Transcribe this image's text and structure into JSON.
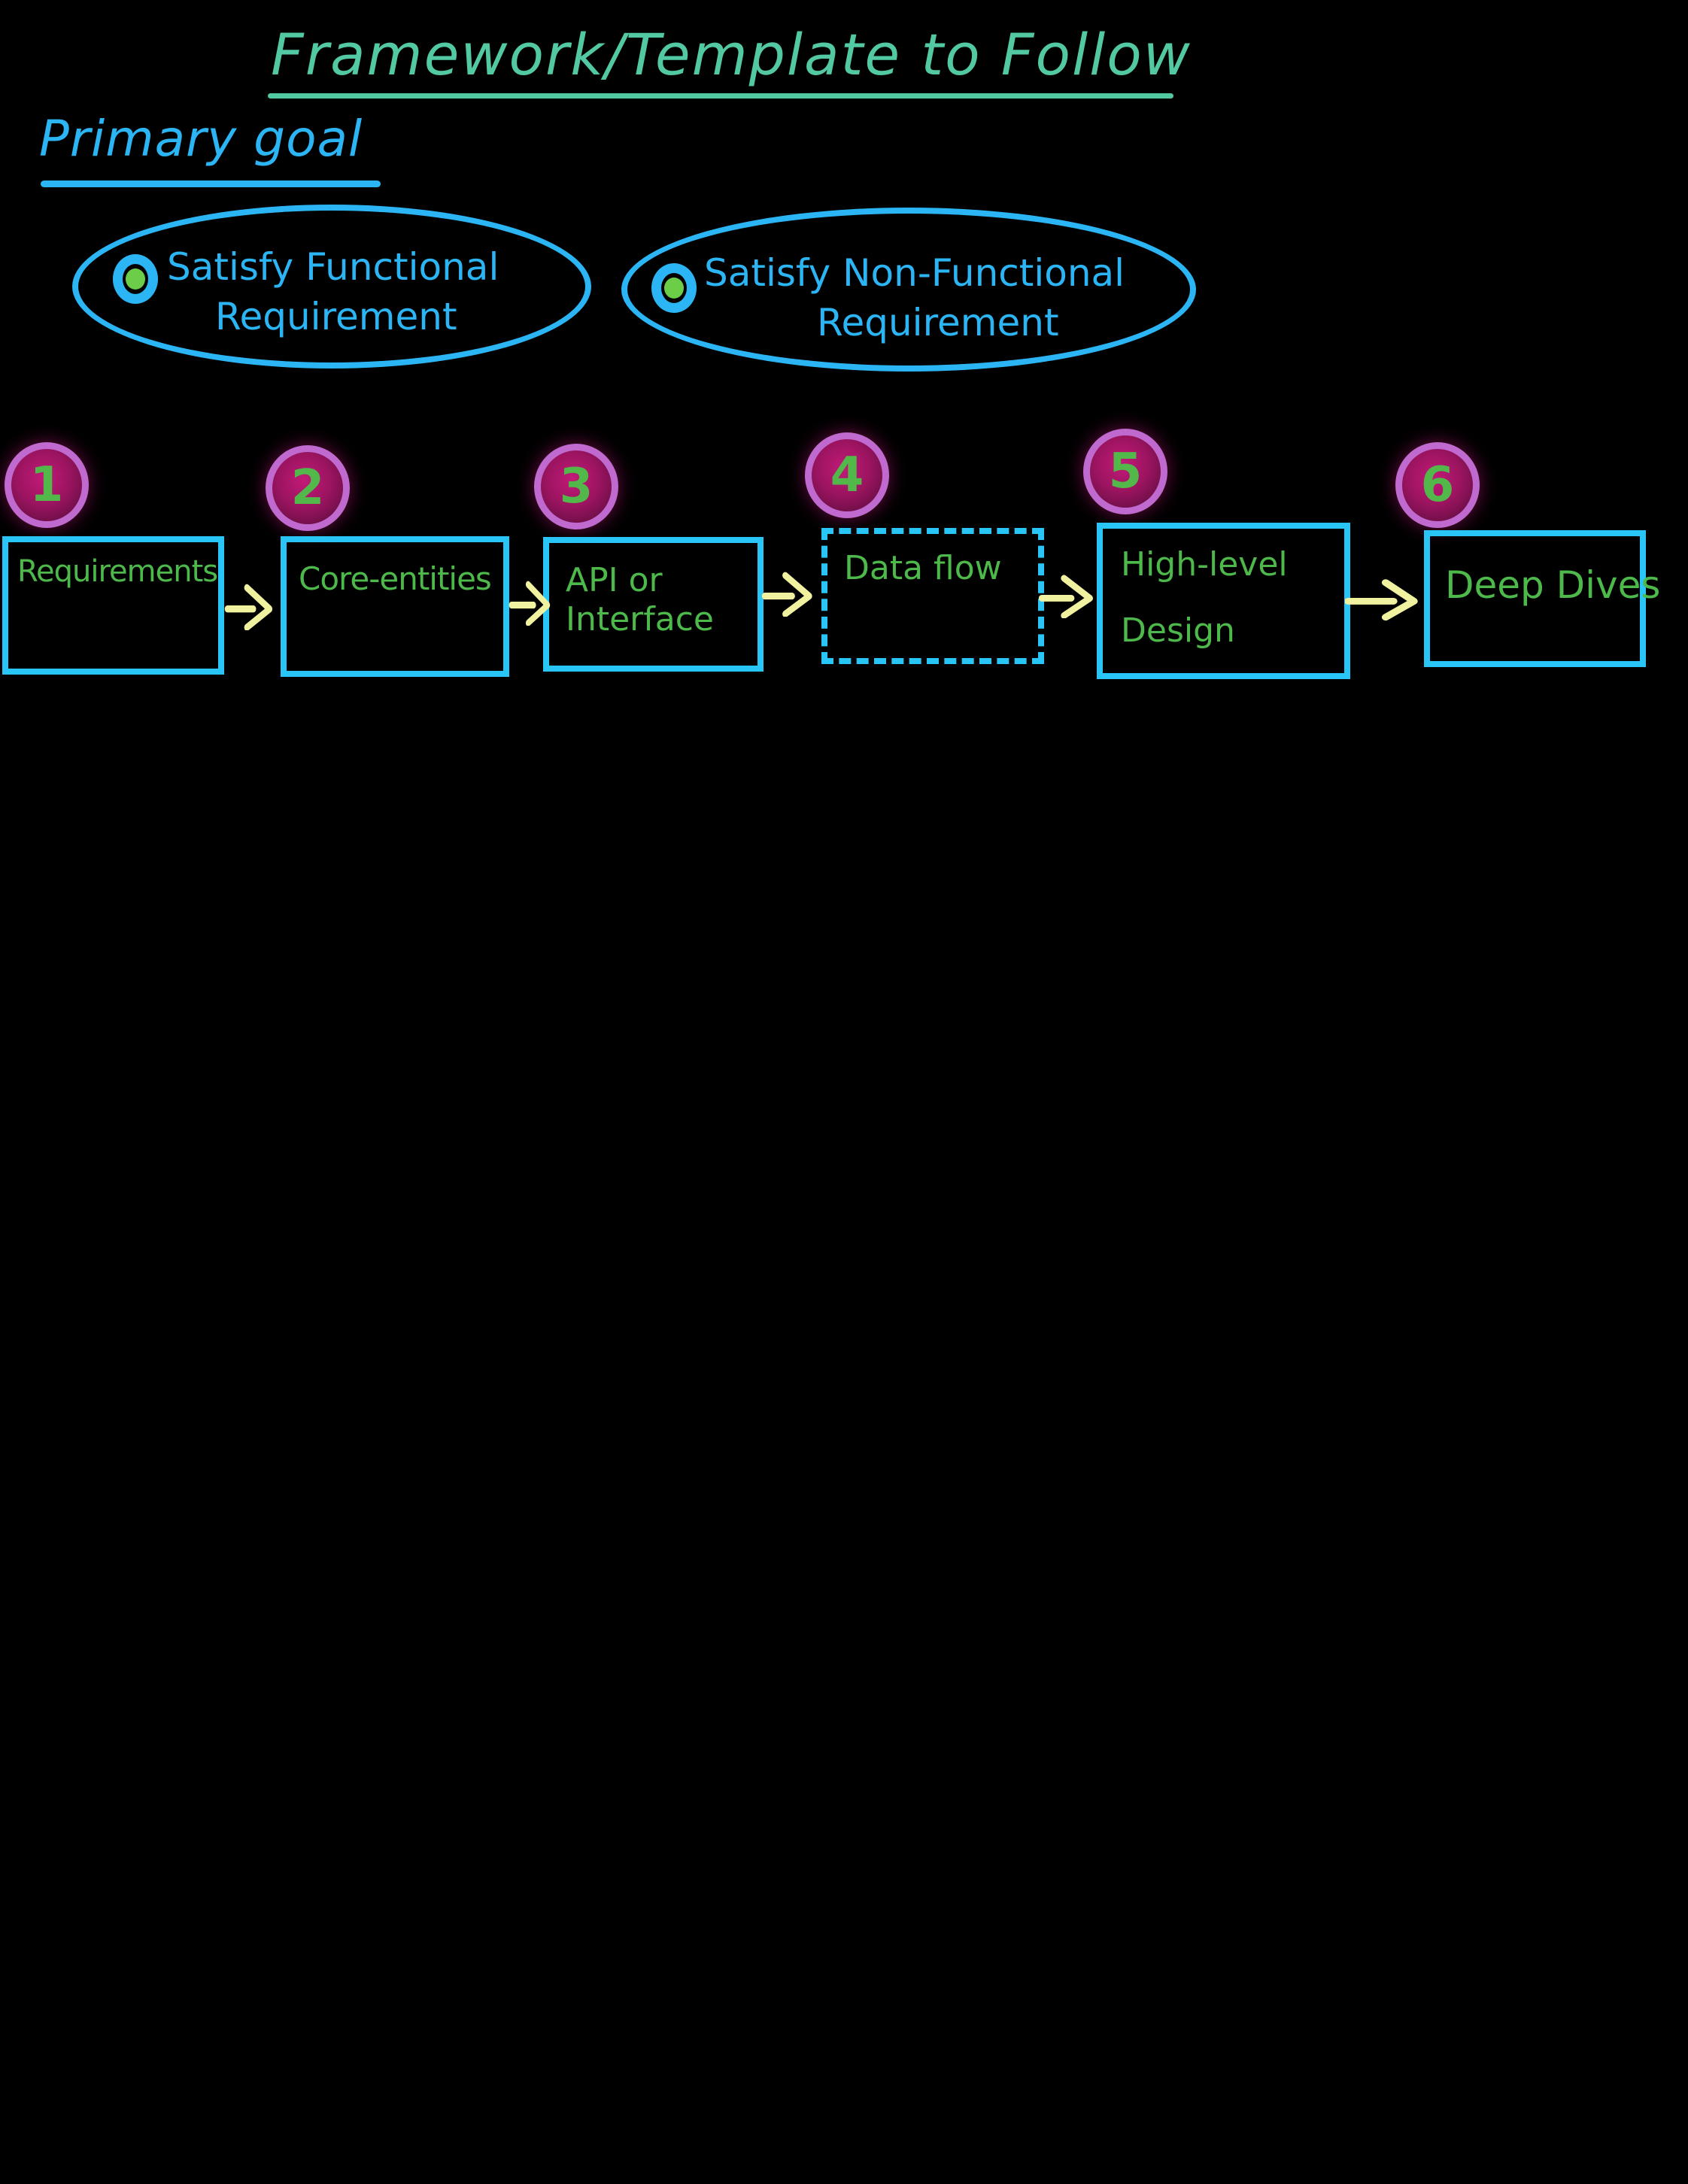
{
  "title": "Framework/Template to Follow",
  "primary_goal": {
    "heading": "Primary goal"
  },
  "goals": [
    {
      "line1": "Satisfy Functional",
      "line2": "Requirement"
    },
    {
      "line1": "Satisfy Non-Functional",
      "line2": "Requirement"
    }
  ],
  "steps": [
    {
      "number": "1",
      "line1": "Requirements",
      "line2": "",
      "border": "solid"
    },
    {
      "number": "2",
      "line1": "Core-entities",
      "line2": "",
      "border": "solid"
    },
    {
      "number": "3",
      "line1": "API  or",
      "line2": "Interface",
      "border": "solid"
    },
    {
      "number": "4",
      "line1": "Data flow",
      "line2": "",
      "border": "dashed"
    },
    {
      "number": "5",
      "line1": "High-level",
      "line2": "Design",
      "border": "solid"
    },
    {
      "number": "6",
      "line1": "Deep Dives",
      "line2": "",
      "border": "solid"
    }
  ],
  "colors": {
    "background": "#000000",
    "title_green": "#52c9a2",
    "accent_blue": "#2cb5f4",
    "box_border_cyan": "#28c5f6",
    "label_green": "#4eb94b",
    "number_green": "#52b84a",
    "circle_fill_magenta": "#9c1460",
    "circle_ring_purple": "#c06ad0",
    "arrow_yellow": "#f1f2a0",
    "bullet_green": "#6ccd49"
  }
}
